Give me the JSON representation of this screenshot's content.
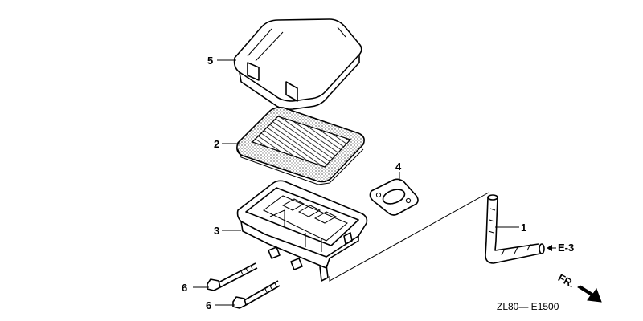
{
  "callouts": {
    "p1": "1",
    "p2": "2",
    "p3": "3",
    "p4": "4",
    "p5": "5",
    "p6a": "6",
    "p6b": "6"
  },
  "reference": "E-3",
  "front_marker": "FR.",
  "drawing_code": "ZL80— E1500"
}
